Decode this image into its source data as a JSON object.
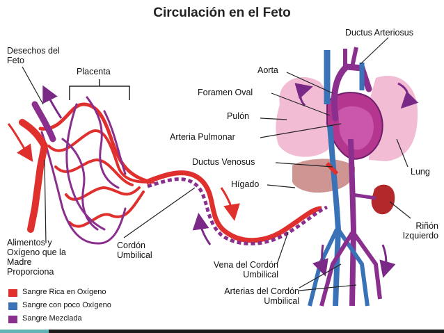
{
  "title": "Circulación en el Feto",
  "labels": {
    "desechos": "Desechos del Feto",
    "placenta": "Placenta",
    "aorta": "Aorta",
    "ductus_arteriosus": "Ductus Arteriosus",
    "foramen_oval": "Foramen Oval",
    "pulon": "Pulón",
    "arteria_pulmonar": "Arteria Pulmonar",
    "ductus_venosus": "Ductus Venosus",
    "lung": "Lung",
    "higado": "Hígado",
    "rinon": "Riñón Izquierdo",
    "alimentos": "Alimentos y Oxígeno que la Madre Proporciona",
    "cordon_umbilical": "Cordón Umbilical",
    "vena_cordon": "Vena del Cordón Umbilical",
    "arterias_cordon": "Arterias del Cordón Umbilical"
  },
  "legend": [
    {
      "label": "Sangre Rica en Oxígeno",
      "color": "#e0302e"
    },
    {
      "label": "Sangre con poco Oxígeno",
      "color": "#3a72b8"
    },
    {
      "label": "Sangre Mezclada",
      "color": "#8b2f8f"
    }
  ],
  "colors": {
    "oxygen_rich": "#e0302e",
    "low_oxygen": "#3a72b8",
    "mixed": "#8b2f8f",
    "lung": "#f1b6cf",
    "liver": "#c98a86",
    "kidney": "#b3282a"
  }
}
